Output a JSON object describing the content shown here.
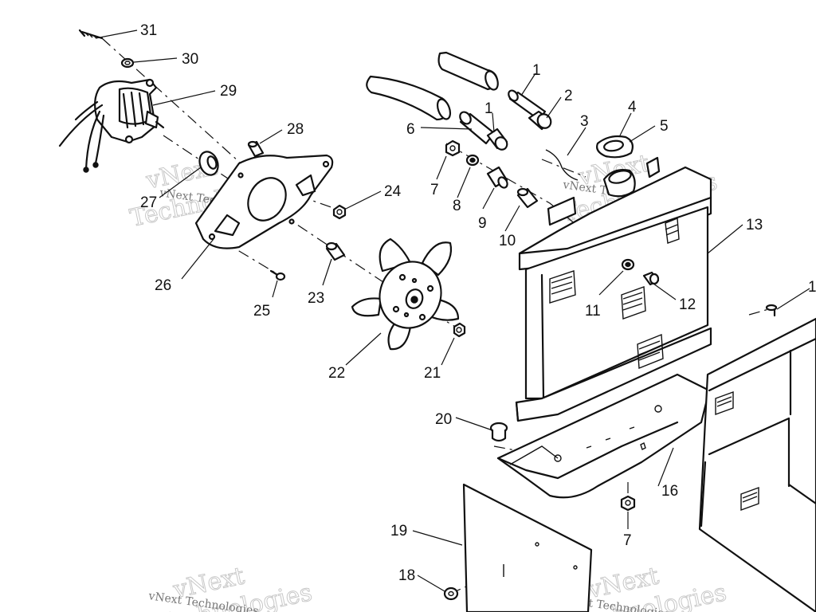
{
  "diagram": {
    "callouts": [
      {
        "id": "c1a",
        "text": "1"
      },
      {
        "id": "c1b",
        "text": "1"
      },
      {
        "id": "c2",
        "text": "2"
      },
      {
        "id": "c3",
        "text": "3"
      },
      {
        "id": "c4",
        "text": "4"
      },
      {
        "id": "c5",
        "text": "5"
      },
      {
        "id": "c6",
        "text": "6"
      },
      {
        "id": "c7a",
        "text": "7"
      },
      {
        "id": "c7b",
        "text": "7"
      },
      {
        "id": "c8",
        "text": "8"
      },
      {
        "id": "c9",
        "text": "9"
      },
      {
        "id": "c10",
        "text": "10"
      },
      {
        "id": "c11",
        "text": "11"
      },
      {
        "id": "c12",
        "text": "12"
      },
      {
        "id": "c13",
        "text": "13"
      },
      {
        "id": "c1c",
        "text": "1"
      },
      {
        "id": "c16",
        "text": "16"
      },
      {
        "id": "c18",
        "text": "18"
      },
      {
        "id": "c19",
        "text": "19"
      },
      {
        "id": "c20",
        "text": "20"
      },
      {
        "id": "c21",
        "text": "21"
      },
      {
        "id": "c22",
        "text": "22"
      },
      {
        "id": "c23",
        "text": "23"
      },
      {
        "id": "c24",
        "text": "24"
      },
      {
        "id": "c25",
        "text": "25"
      },
      {
        "id": "c26",
        "text": "26"
      },
      {
        "id": "c27",
        "text": "27"
      },
      {
        "id": "c28",
        "text": "28"
      },
      {
        "id": "c29",
        "text": "29"
      },
      {
        "id": "c30",
        "text": "30"
      },
      {
        "id": "c31",
        "text": "31"
      }
    ]
  },
  "watermark": {
    "brand": "vNext",
    "word": "Technologies",
    "caption": "vNext Technologies"
  }
}
